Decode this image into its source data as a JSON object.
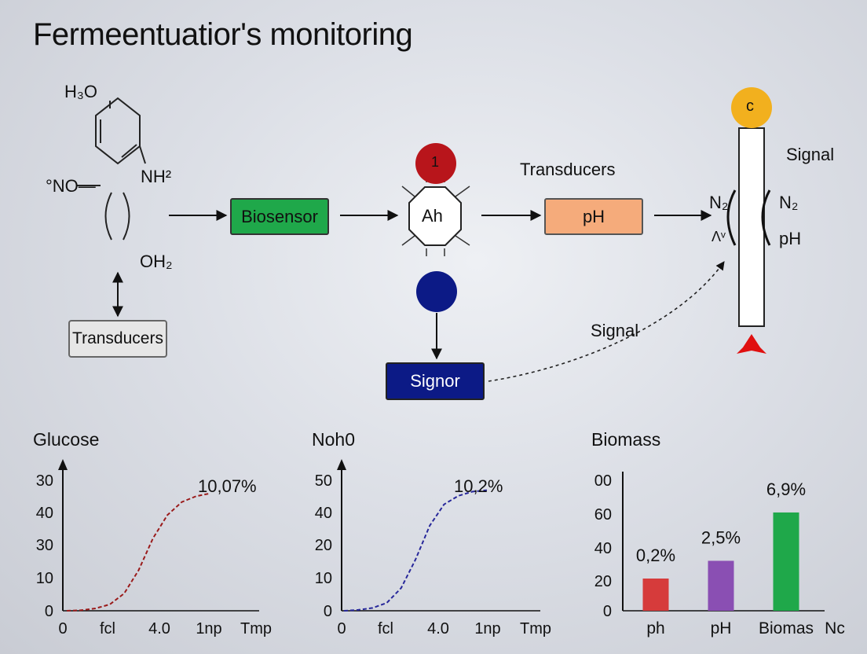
{
  "title": "Fermeentuatior's monitoring",
  "molecule": {
    "h3o": "H₃O",
    "no": "°NO—",
    "nh2": "NH²",
    "oh2": "OH₂"
  },
  "boxes": {
    "transducers_left": "Transducers",
    "biosensor": "Biosensor",
    "ah": "Ah",
    "ph": "pH",
    "signor": "Signor"
  },
  "labels": {
    "red_circle": "1",
    "transducers_top": "Transducers",
    "signal_mid": "Signal",
    "signal_right": "Signal",
    "yellow_circle": "c",
    "n2_left": "N₂",
    "lambda": "Λᵛ",
    "n2_right": "N₂",
    "ph_right": "pH"
  },
  "colors": {
    "biosensor": "#1fa84a",
    "ph_box": "#f5ab7b",
    "signor": "#0c1a86",
    "red_circle": "#b8151b",
    "blue_circle": "#0c1a86",
    "yellow_circle": "#f2b01e",
    "red_arrow": "#e01010"
  },
  "chart_data": [
    {
      "type": "line",
      "title": "Glucose",
      "y_ticks": [
        "30",
        "40",
        "30",
        "10",
        "0"
      ],
      "x_ticks": [
        "0",
        "fcl",
        "4.0",
        "1np",
        "Tmp"
      ],
      "series": [
        {
          "color": "#9a1a1a",
          "style": "dashed",
          "x": [
            0,
            0.5,
            1.0,
            1.5,
            2.0,
            2.5,
            3.0,
            3.5,
            4.0,
            4.5,
            5.0
          ],
          "y": [
            0,
            0.2,
            0.8,
            2.2,
            6.0,
            14.0,
            25.0,
            33.0,
            37.5,
            39.5,
            40.5
          ]
        }
      ],
      "annotation": "10,07%"
    },
    {
      "type": "line",
      "title": "Noh0",
      "y_ticks": [
        "50",
        "40",
        "20",
        "10",
        "0"
      ],
      "x_ticks": [
        "0",
        "fcl",
        "4.0",
        "1np",
        "Tmp"
      ],
      "series": [
        {
          "color": "#27279a",
          "style": "dashed",
          "x": [
            0,
            0.5,
            1.0,
            1.5,
            2.0,
            2.5,
            3.0,
            3.5,
            4.0,
            4.5,
            5.0
          ],
          "y": [
            0,
            0.3,
            1.0,
            2.8,
            8.0,
            18.0,
            30.0,
            37.5,
            40.5,
            42.0,
            42.5
          ]
        }
      ],
      "annotation": "10,2%"
    },
    {
      "type": "bar",
      "title": "Biomass",
      "y_ticks": [
        "00",
        "60",
        "40",
        "20",
        "0"
      ],
      "categories": [
        "ph",
        "pH",
        "Biomas"
      ],
      "x_extra": "Nc",
      "values": [
        20,
        31,
        61
      ],
      "colors": [
        "#d63b3b",
        "#8a4fb3",
        "#1fa84a"
      ],
      "data_labels": [
        "0,2%",
        "2,5%",
        "6,9%"
      ],
      "ylim": [
        0,
        80
      ]
    }
  ]
}
